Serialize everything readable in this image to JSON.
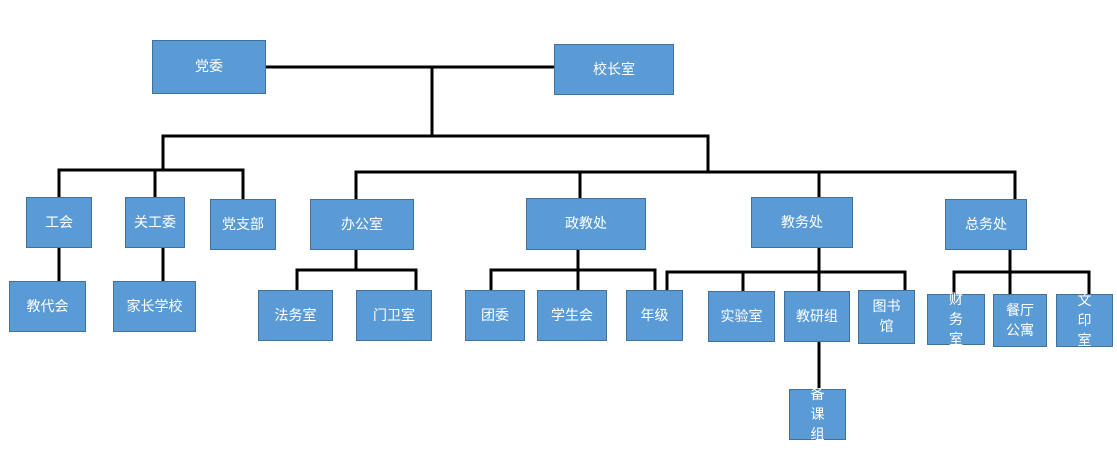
{
  "diagram": {
    "type": "org-chart",
    "colors": {
      "box_fill": "#5b9bd5",
      "box_border": "#41719c",
      "text": "#ffffff",
      "connector": "#000000"
    },
    "nodes": {
      "dangwei": "党委",
      "xiaozhang": "校长室",
      "gonghui": "工会",
      "guangong": "关工委",
      "dangzhibu": "党支部",
      "bangong": "办公室",
      "zhengjiao": "政教处",
      "jiaowu": "教务处",
      "zongwu": "总务处",
      "jiaodai": "教代会",
      "jiazhang": "家长学校",
      "fawu": "法务室",
      "menwei": "门卫室",
      "tuanwei": "团委",
      "xuesheng": "学生会",
      "nianji": "年级",
      "shiyan": "实验室",
      "jiaoyan": "教研组",
      "tushu": "图书馆",
      "caiwu": "财务室",
      "canting": "餐厅公寓",
      "wenyin": "文印室",
      "beike": "备课组"
    },
    "edges": [
      [
        "dangwei",
        "xiaozhang"
      ],
      [
        "top",
        "gonghui"
      ],
      [
        "top",
        "guangong"
      ],
      [
        "top",
        "dangzhibu"
      ],
      [
        "top",
        "bangong"
      ],
      [
        "top",
        "zhengjiao"
      ],
      [
        "top",
        "jiaowu"
      ],
      [
        "top",
        "zongwu"
      ],
      [
        "gonghui",
        "jiaodai"
      ],
      [
        "guangong",
        "jiazhang"
      ],
      [
        "bangong",
        "fawu"
      ],
      [
        "bangong",
        "menwei"
      ],
      [
        "zhengjiao",
        "tuanwei"
      ],
      [
        "zhengjiao",
        "xuesheng"
      ],
      [
        "zhengjiao",
        "nianji"
      ],
      [
        "jiaowu",
        "nianji"
      ],
      [
        "jiaowu",
        "shiyan"
      ],
      [
        "jiaowu",
        "jiaoyan"
      ],
      [
        "jiaowu",
        "tushu"
      ],
      [
        "jiaoyan",
        "beike"
      ],
      [
        "zongwu",
        "caiwu"
      ],
      [
        "zongwu",
        "canting"
      ],
      [
        "zongwu",
        "wenyin"
      ]
    ]
  }
}
